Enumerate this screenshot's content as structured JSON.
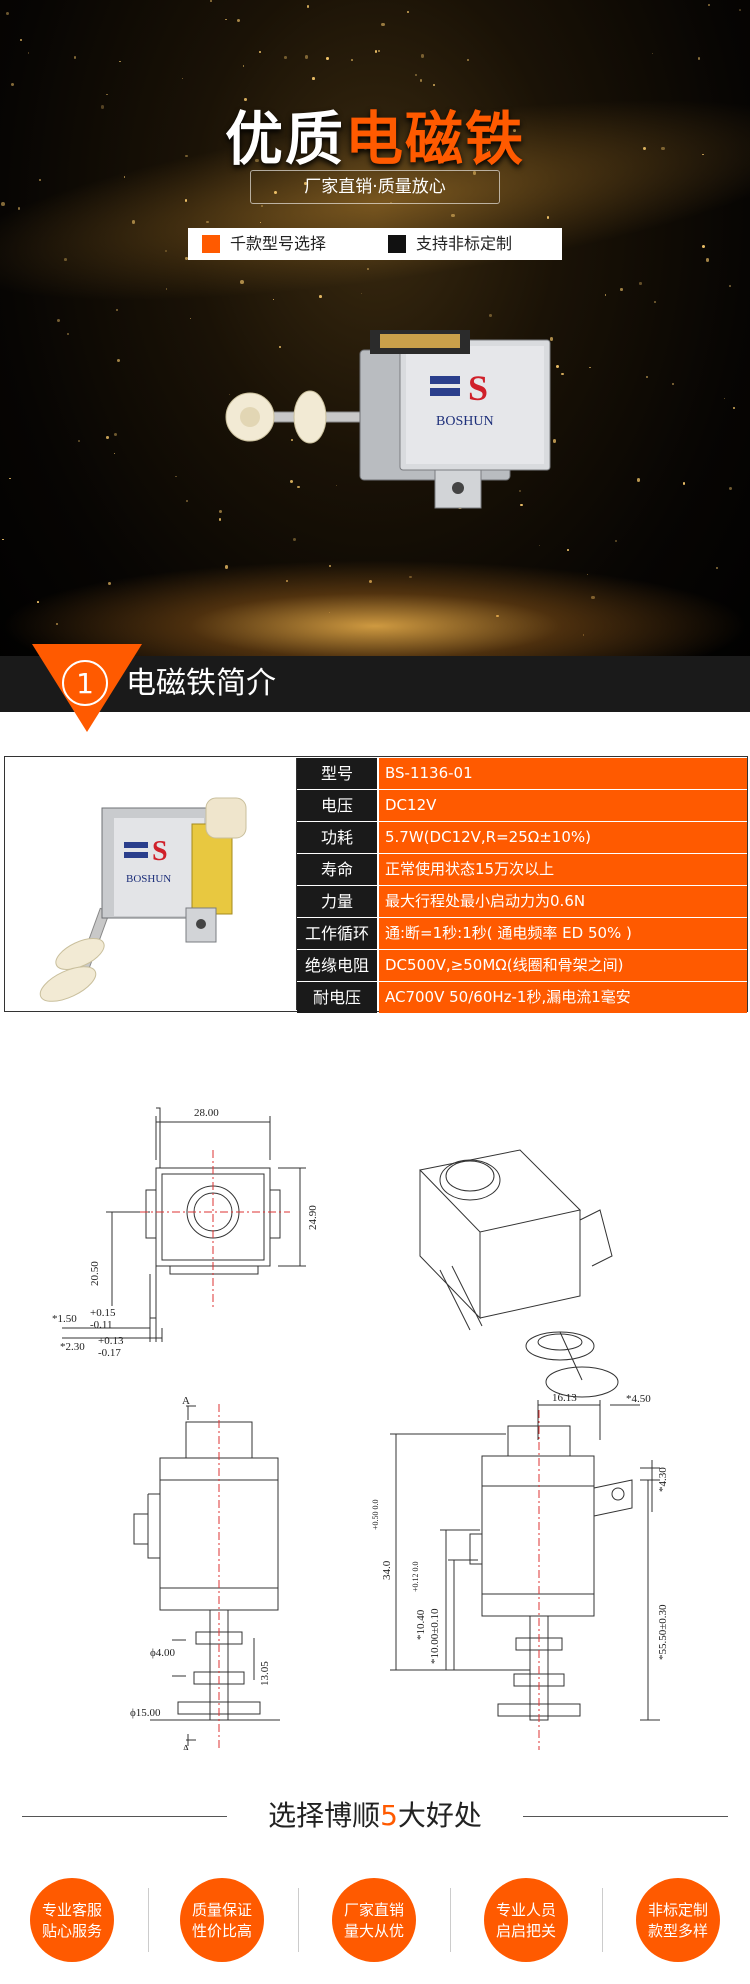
{
  "hero": {
    "title_white": "优质",
    "title_orange": "电磁铁",
    "subtitle": "厂家直销·质量放心",
    "tags": [
      {
        "label": "千款型号选择",
        "color": "#ff5a00"
      },
      {
        "label": "支持非标定制",
        "color": "#111111"
      }
    ],
    "product_brand": "BOSHUN"
  },
  "section1": {
    "number": "1",
    "title": "电磁铁简介"
  },
  "spec": {
    "photo_brand": "BOSHUN",
    "rows": [
      {
        "key": "型号",
        "value": "BS-1136-01"
      },
      {
        "key": "电压",
        "value": "DC12V"
      },
      {
        "key": "功耗",
        "value": "5.7W(DC12V,R=25Ω±10%)"
      },
      {
        "key": "寿命",
        "value": "正常使用状态15万次以上"
      },
      {
        "key": "力量",
        "value": "最大行程处最小启动力为0.6N"
      },
      {
        "key": "工作循环",
        "value": "通:断=1秒:1秒( 通电频率 ED 50% )"
      },
      {
        "key": "绝缘电阻",
        "value": "DC500V,≥50MΩ(线圈和骨架之间)"
      },
      {
        "key": "耐电压",
        "value": "AC700V 50/60Hz-1秒,漏电流1毫安"
      }
    ]
  },
  "drawing": {
    "top_left": {
      "width": "28.00",
      "height": "24.90",
      "height2": "20.50",
      "tab1": "*1.50",
      "tab1_tol_plus": "+0.15",
      "tab1_tol_minus": "-0.11",
      "tab2": "*2.30",
      "tab2_tol_plus": "+0.13",
      "tab2_tol_minus": "-0.17"
    },
    "bottom_left": {
      "section": "A",
      "shaft": "ϕ4.00",
      "disc": "ϕ15.00",
      "gap": "13.05"
    },
    "bottom_right": {
      "top_width": "16.13",
      "hole": "*4.50",
      "hole_v": "*4.30",
      "body_height": "34.0",
      "body_tol": "+0.50 0.0",
      "plunger1": "*10.40",
      "plunger1_tol": "+0.12 0.0",
      "plunger2": "*10.00±0.10",
      "total": "*55.50±0.30"
    }
  },
  "advantages": {
    "title_pre": "选择博顺",
    "title_num": "5",
    "title_post": "大好处",
    "items": [
      {
        "line1": "专业客服",
        "line2": "贴心服务"
      },
      {
        "line1": "质量保证",
        "line2": "性价比高"
      },
      {
        "line1": "厂家直销",
        "line2": "量大从优"
      },
      {
        "line1": "专业人员",
        "line2": "启启把关"
      },
      {
        "line1": "非标定制",
        "line2": "款型多样"
      }
    ]
  },
  "colors": {
    "accent": "#ff5a00",
    "dark": "#1a1a1a"
  }
}
